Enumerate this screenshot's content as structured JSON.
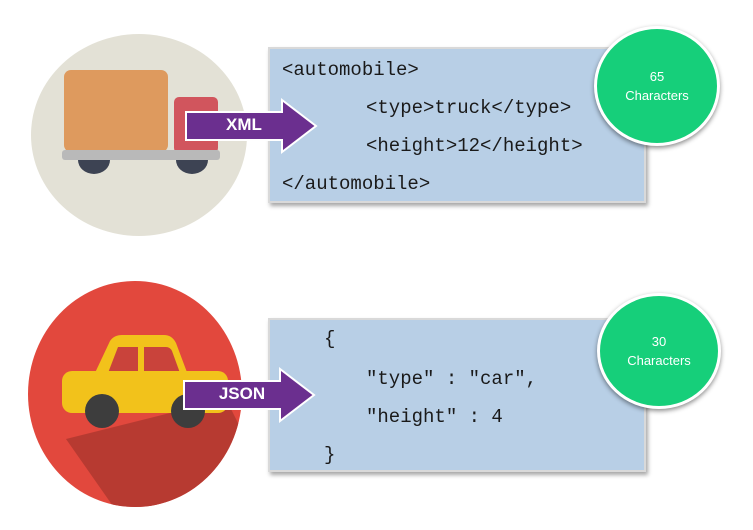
{
  "xml_example": {
    "arrow_label": "XML",
    "code_lines": [
      "<automobile>",
      "<type>truck</type>",
      "<height>12</height>",
      "</automobile>"
    ],
    "char_count": "65",
    "char_unit": "Characters",
    "circle_color": "#e3e1d6",
    "icon": "truck-icon"
  },
  "json_example": {
    "arrow_label": "JSON",
    "code_lines": [
      "{",
      "\"type\" : \"car\",",
      "\"height\" : 4",
      "}"
    ],
    "char_count": "30",
    "char_unit": "Characters",
    "circle_color": "#e2483d",
    "icon": "car-icon"
  },
  "colors": {
    "arrow": "#6b2f8f",
    "badge": "#16cf7a",
    "code_box": "#b8cfe6"
  }
}
